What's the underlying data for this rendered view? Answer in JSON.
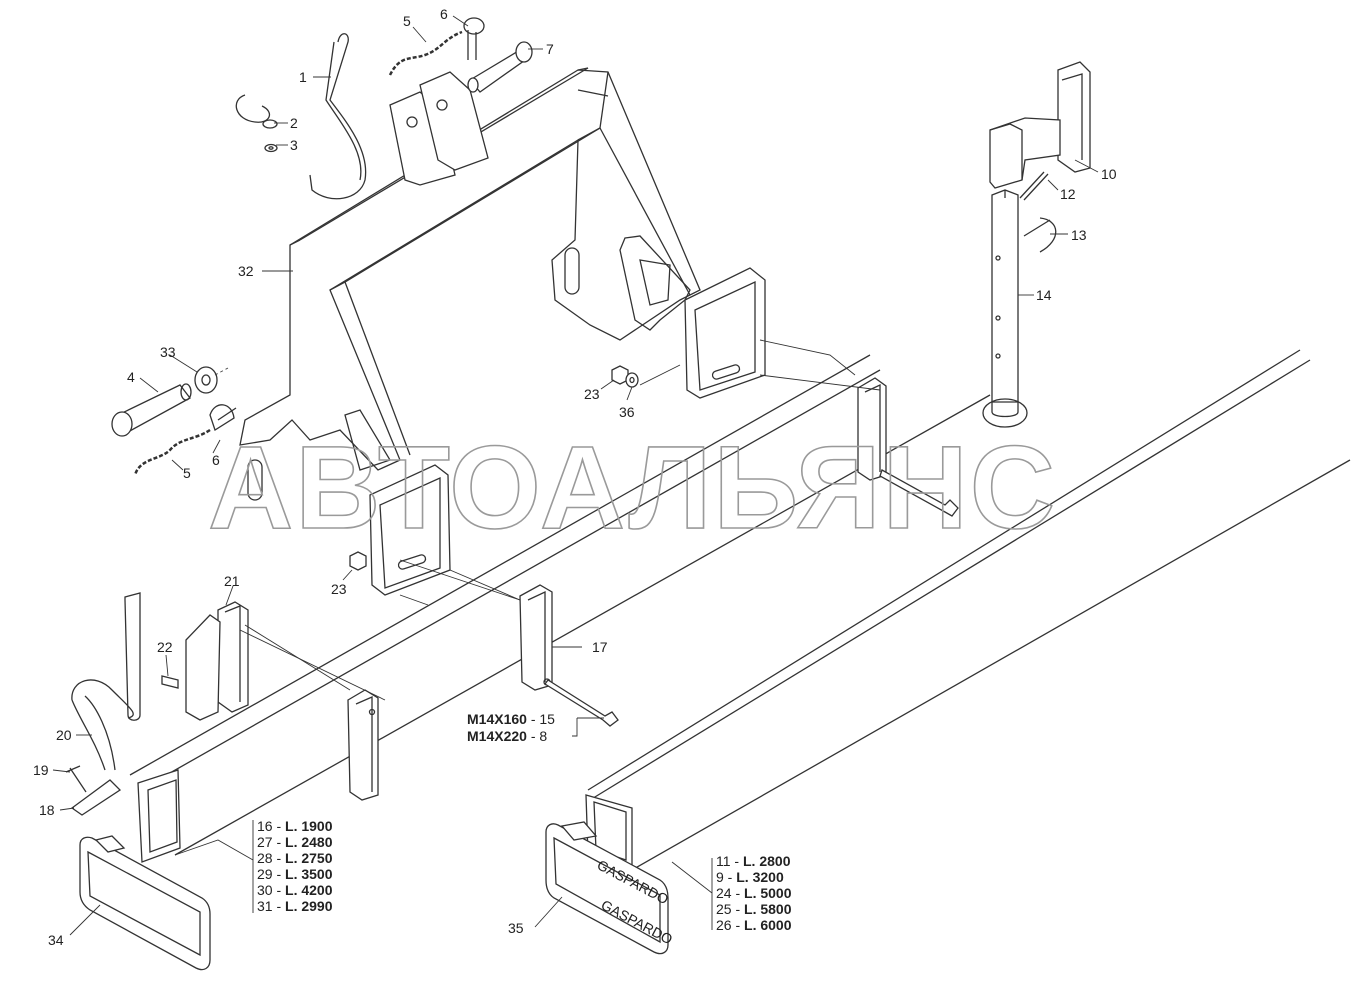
{
  "watermark": "АВТОАЛЬЯНС",
  "labels": {
    "p1": "1",
    "p2": "2",
    "p3": "3",
    "p4": "4",
    "p5a": "5",
    "p5b": "5",
    "p6a": "6",
    "p6b": "6",
    "p7": "7",
    "p10": "10",
    "p12": "12",
    "p13": "13",
    "p14": "14",
    "p17": "17",
    "p18": "18",
    "p19": "19",
    "p20": "20",
    "p21": "21",
    "p22": "22",
    "p23a": "23",
    "p23b": "23",
    "p32": "32",
    "p33": "33",
    "p34": "34",
    "p35": "35",
    "p36": "36"
  },
  "bolts": [
    {
      "spec": "M14X160",
      "sep": " - ",
      "pos": "15"
    },
    {
      "spec": "M14X220",
      "sep": " - ",
      "pos": "8"
    }
  ],
  "beam_a": [
    {
      "pos": "16",
      "len": "L. 1900"
    },
    {
      "pos": "27",
      "len": "L. 2480"
    },
    {
      "pos": "28",
      "len": "L. 2750"
    },
    {
      "pos": "29",
      "len": "L. 3500"
    },
    {
      "pos": "30",
      "len": "L. 4200"
    },
    {
      "pos": "31",
      "len": "L. 2990"
    }
  ],
  "beam_b": [
    {
      "pos": "11",
      "len": "L. 2800"
    },
    {
      "pos": "9",
      "len": "L. 3200"
    },
    {
      "pos": "24",
      "len": "L. 5000"
    },
    {
      "pos": "25",
      "len": "L. 5800"
    },
    {
      "pos": "26",
      "len": "L. 6000"
    }
  ],
  "brand": "GASPARDO"
}
